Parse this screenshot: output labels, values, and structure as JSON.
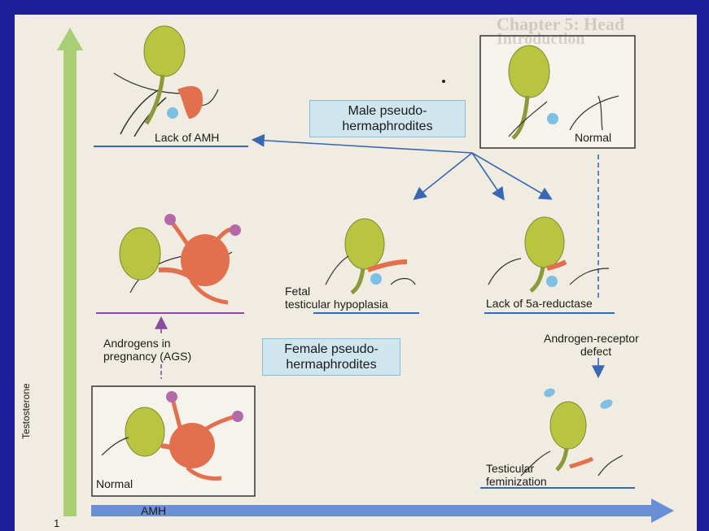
{
  "labels": {
    "male_group": "Male pseudo-hermaphrodites",
    "male_line1": "Male pseudo-",
    "male_line2": "hermaphrodites",
    "female_line1": "Female pseudo-",
    "female_line2": "hermaphrodites",
    "lack_amh": "Lack of AMH",
    "normal_top": "Normal",
    "fetal_line1": "Fetal",
    "fetal_line2": "testicular hypoplasia",
    "lack_5a": "Lack of 5a-reductase",
    "androgen_receptor_line1": "Androgen-receptor",
    "androgen_receptor_line2": "defect",
    "androgens_line1": "Androgens in",
    "androgens_line2": "pregnancy (AGS)",
    "normal_bottom": "Normal",
    "testicular_line1": "Testicular",
    "testicular_line2": "feminization",
    "axis_testosterone": "Testosterone",
    "axis_amh": "AMH",
    "page_number": "1",
    "header_fragment": "Chapter 5: Head",
    "header_fragment2": "Introduction"
  },
  "colors": {
    "background": "#1d1f9a",
    "paper": "#f1ece1",
    "testis_green": "#b9c441",
    "duct_red": "#e2704e",
    "ovary_purple": "#b46aa8",
    "dot_blue": "#7cc0e6",
    "arrow_blue": "#3a67b3",
    "axis_green": "#a8cf73",
    "axis_blue": "#6a8fd6",
    "purple_line": "#8a4c9c"
  }
}
